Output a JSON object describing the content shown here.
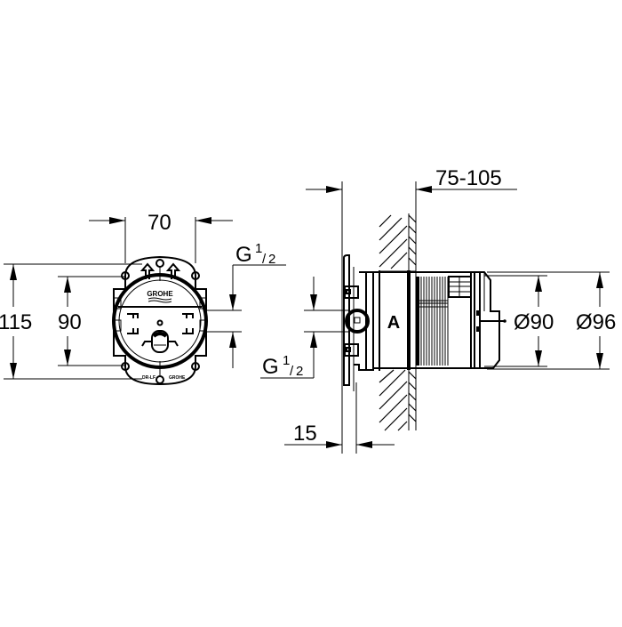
{
  "drawing": {
    "type": "technical dimension drawing",
    "subject": "concealed shower mixer rough-in body",
    "colors": {
      "line": "#000000",
      "background": "#ffffff"
    }
  },
  "front_view": {
    "brand_label": "GROHE",
    "small_label_left": "DR-LF",
    "small_label_right": "GROHE",
    "dimensions": {
      "width": "70",
      "overall_height": "115",
      "inner_height": "90",
      "thread_top": {
        "letter": "G",
        "num": "1",
        "den": "2"
      },
      "thread_bottom": {
        "letter": "G",
        "num": "1",
        "den": "2"
      }
    }
  },
  "side_view": {
    "body_label": "A",
    "dimensions": {
      "wall_depth": "75-105",
      "front_offset": "15",
      "diameter_inner": "Ø90",
      "diameter_outer": "Ø96"
    }
  }
}
